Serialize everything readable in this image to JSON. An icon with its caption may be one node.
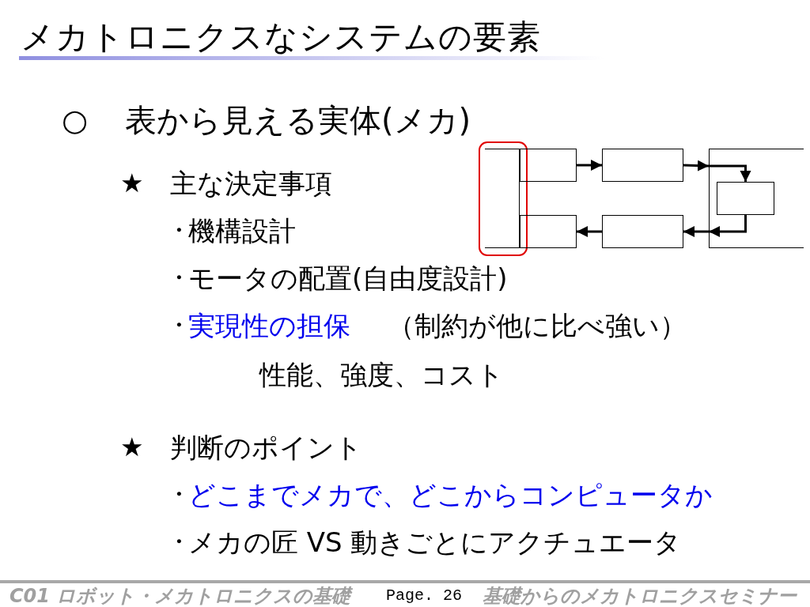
{
  "diagram": {
    "title": "メカトロニクスなシステムの要素",
    "nodes": [
      {
        "text": [],
        "shape": "box"
      },
      {
        "text": [],
        "shape": "box"
      },
      {
        "text": [],
        "shape": "box"
      },
      {
        "text": [],
        "shape": "box"
      },
      {
        "text": [],
        "shape": "box",
        "in": 3
      },
      {
        "text": [],
        "shape": "box"
      },
      {
        "text": [],
        "shape": "box"
      }
    ],
    "edges": [
      {
        "from": 1,
        "to": 2,
        "arrow": "to"
      },
      {
        "from": 2,
        "to": 3,
        "arrow": "to"
      },
      {
        "from": 3,
        "to": 4,
        "arrow": "to"
      },
      {
        "from": 4,
        "to": 3,
        "arrow": "to"
      },
      {
        "from": 3,
        "to": 6,
        "arrow": "to"
      },
      {
        "from": 6,
        "to": 5,
        "arrow": "to"
      }
    ],
    "labels": [
      "○",
      "表から見える実体(メカ)",
      "★",
      "主な決定事項",
      "・",
      "機構設計",
      "・",
      "モータの配置(自由度設計)",
      "・",
      "実現性の担保",
      "（制約が他に比べ強い）",
      "性能、強度、コスト",
      "★",
      "判断のポイント",
      "・",
      "どこまでメカで、どこからコンピュータか",
      "・",
      "メカの匠 VS 動きごとにアクチュエータ",
      "C01 ロボット・メカトロニクスの基礎",
      "Page. 26",
      "基礎からのメカトロニクスセミナー"
    ]
  }
}
